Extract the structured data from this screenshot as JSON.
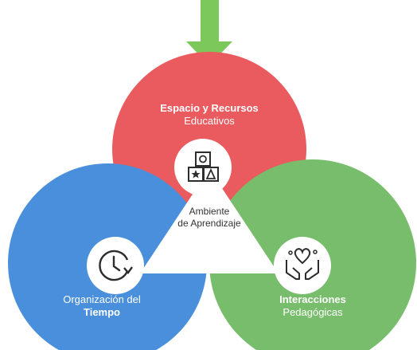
{
  "colors": {
    "arrow": "#7CC85A",
    "top_circle": "#E95B5F",
    "left_circle": "#4A8FDB",
    "right_circle": "#78BD6C",
    "triangle": "#FFFFFF",
    "icon_bg": "#FFFFFF",
    "icon_stroke": "#2D2D2D"
  },
  "top": {
    "line1": "Espacio y Recursos",
    "line2": "Educativos",
    "icon": "blocks-icon"
  },
  "left": {
    "line1": "Organización del",
    "line2": "Tiempo",
    "icon": "clock-icon"
  },
  "right": {
    "line1": "Interacciones",
    "line2": "Pedagógicas",
    "icon": "caring-hands-heart-icon"
  },
  "center": {
    "line1": "Ambiente",
    "line2": "de Aprendizaje"
  }
}
